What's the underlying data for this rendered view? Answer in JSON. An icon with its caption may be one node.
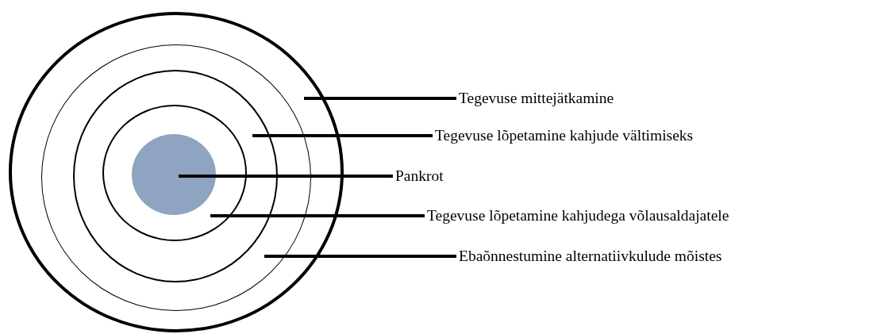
{
  "diagram": {
    "nodes": [
      {
        "text": [],
        "shape": "circle"
      },
      {
        "text": [],
        "shape": "circle",
        "in": 0
      },
      {
        "text": [],
        "shape": "circle",
        "in": 1
      },
      {
        "text": [],
        "shape": "circle",
        "in": 2
      },
      {
        "text": [],
        "shape": "circle",
        "in": 3
      },
      {
        "text": [
          "Tegevuse mittejätkamine"
        ]
      },
      {
        "text": [
          "Tegevuse lõpetamine kahjude vältimiseks"
        ]
      },
      {
        "text": [
          "Pankrot"
        ]
      },
      {
        "text": [
          "Tegevuse lõpetamine kahjudega võlausaldajatele"
        ]
      },
      {
        "text": [
          "Ebaõnnestumine alternatiivkulude mõistes"
        ]
      }
    ],
    "edges": [
      {
        "from": 5,
        "to": 0,
        "arrow": "none"
      },
      {
        "from": 6,
        "to": 2,
        "arrow": "none"
      },
      {
        "from": 7,
        "to": 4,
        "arrow": "none"
      },
      {
        "from": 8,
        "to": 3,
        "arrow": "none"
      },
      {
        "from": 9,
        "to": 1,
        "arrow": "none"
      }
    ]
  }
}
